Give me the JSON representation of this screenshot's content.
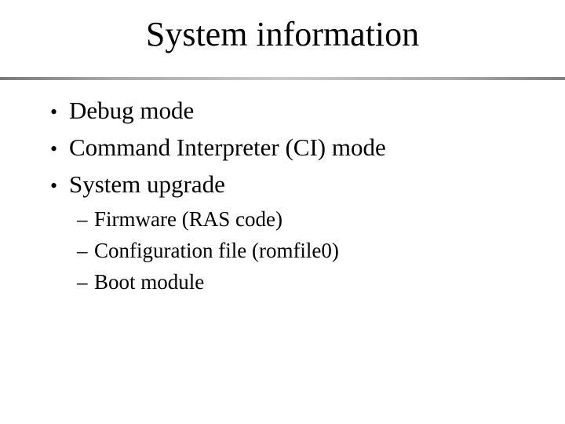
{
  "slide": {
    "title": "System information",
    "markers": {
      "level1": "•",
      "level2": "–"
    },
    "bullets": [
      {
        "level": 1,
        "text": "Debug mode"
      },
      {
        "level": 1,
        "text": "Command Interpreter (CI) mode"
      },
      {
        "level": 1,
        "text": "System upgrade"
      },
      {
        "level": 2,
        "text": "Firmware (RAS code)"
      },
      {
        "level": 2,
        "text": "Configuration file (romfile0)"
      },
      {
        "level": 2,
        "text": "Boot module"
      }
    ],
    "colors": {
      "background": "#ffffff",
      "text": "#000000",
      "divider_edge": "#7a7a7a",
      "divider_center": "#c9c9c9"
    }
  }
}
